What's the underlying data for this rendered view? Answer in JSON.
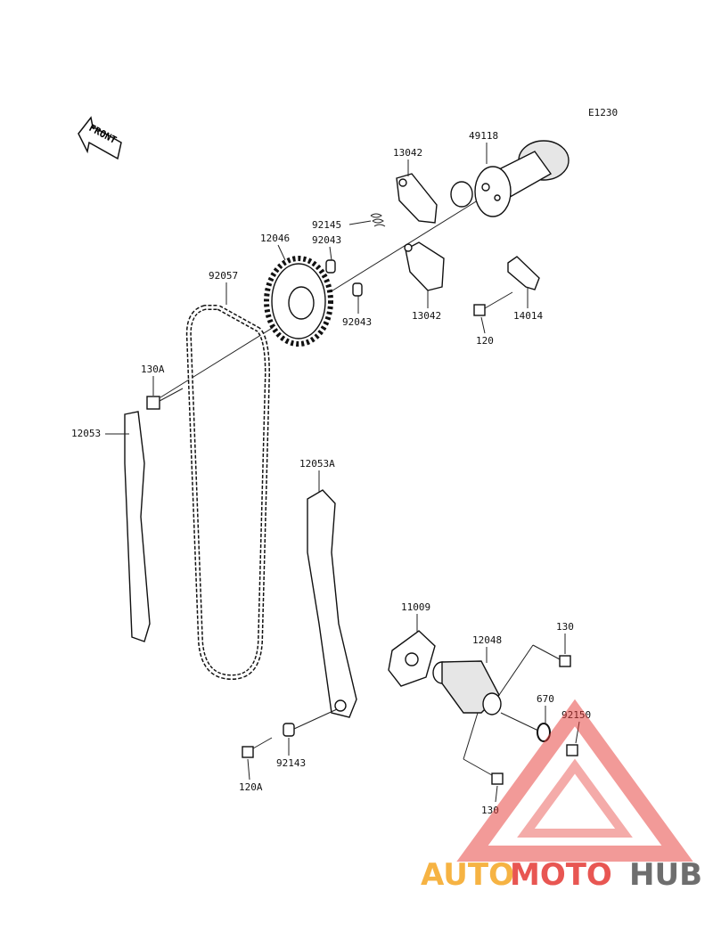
{
  "diagram": {
    "code": "E1230",
    "front_label": "FRONT",
    "callouts": [
      "49118",
      "13042",
      "92145",
      "12046",
      "92043",
      "92057",
      "92043",
      "13042",
      "14014",
      "120",
      "130A",
      "12053",
      "12053A",
      "11009",
      "12048",
      "130",
      "670",
      "92150",
      "92143",
      "120A",
      "130"
    ]
  },
  "watermark": {
    "part1": "AUTO",
    "part2": "MOTO",
    "part3": "HUB",
    "color_orange": "#f5a623",
    "color_red": "#e53935",
    "color_dark": "#555555"
  }
}
